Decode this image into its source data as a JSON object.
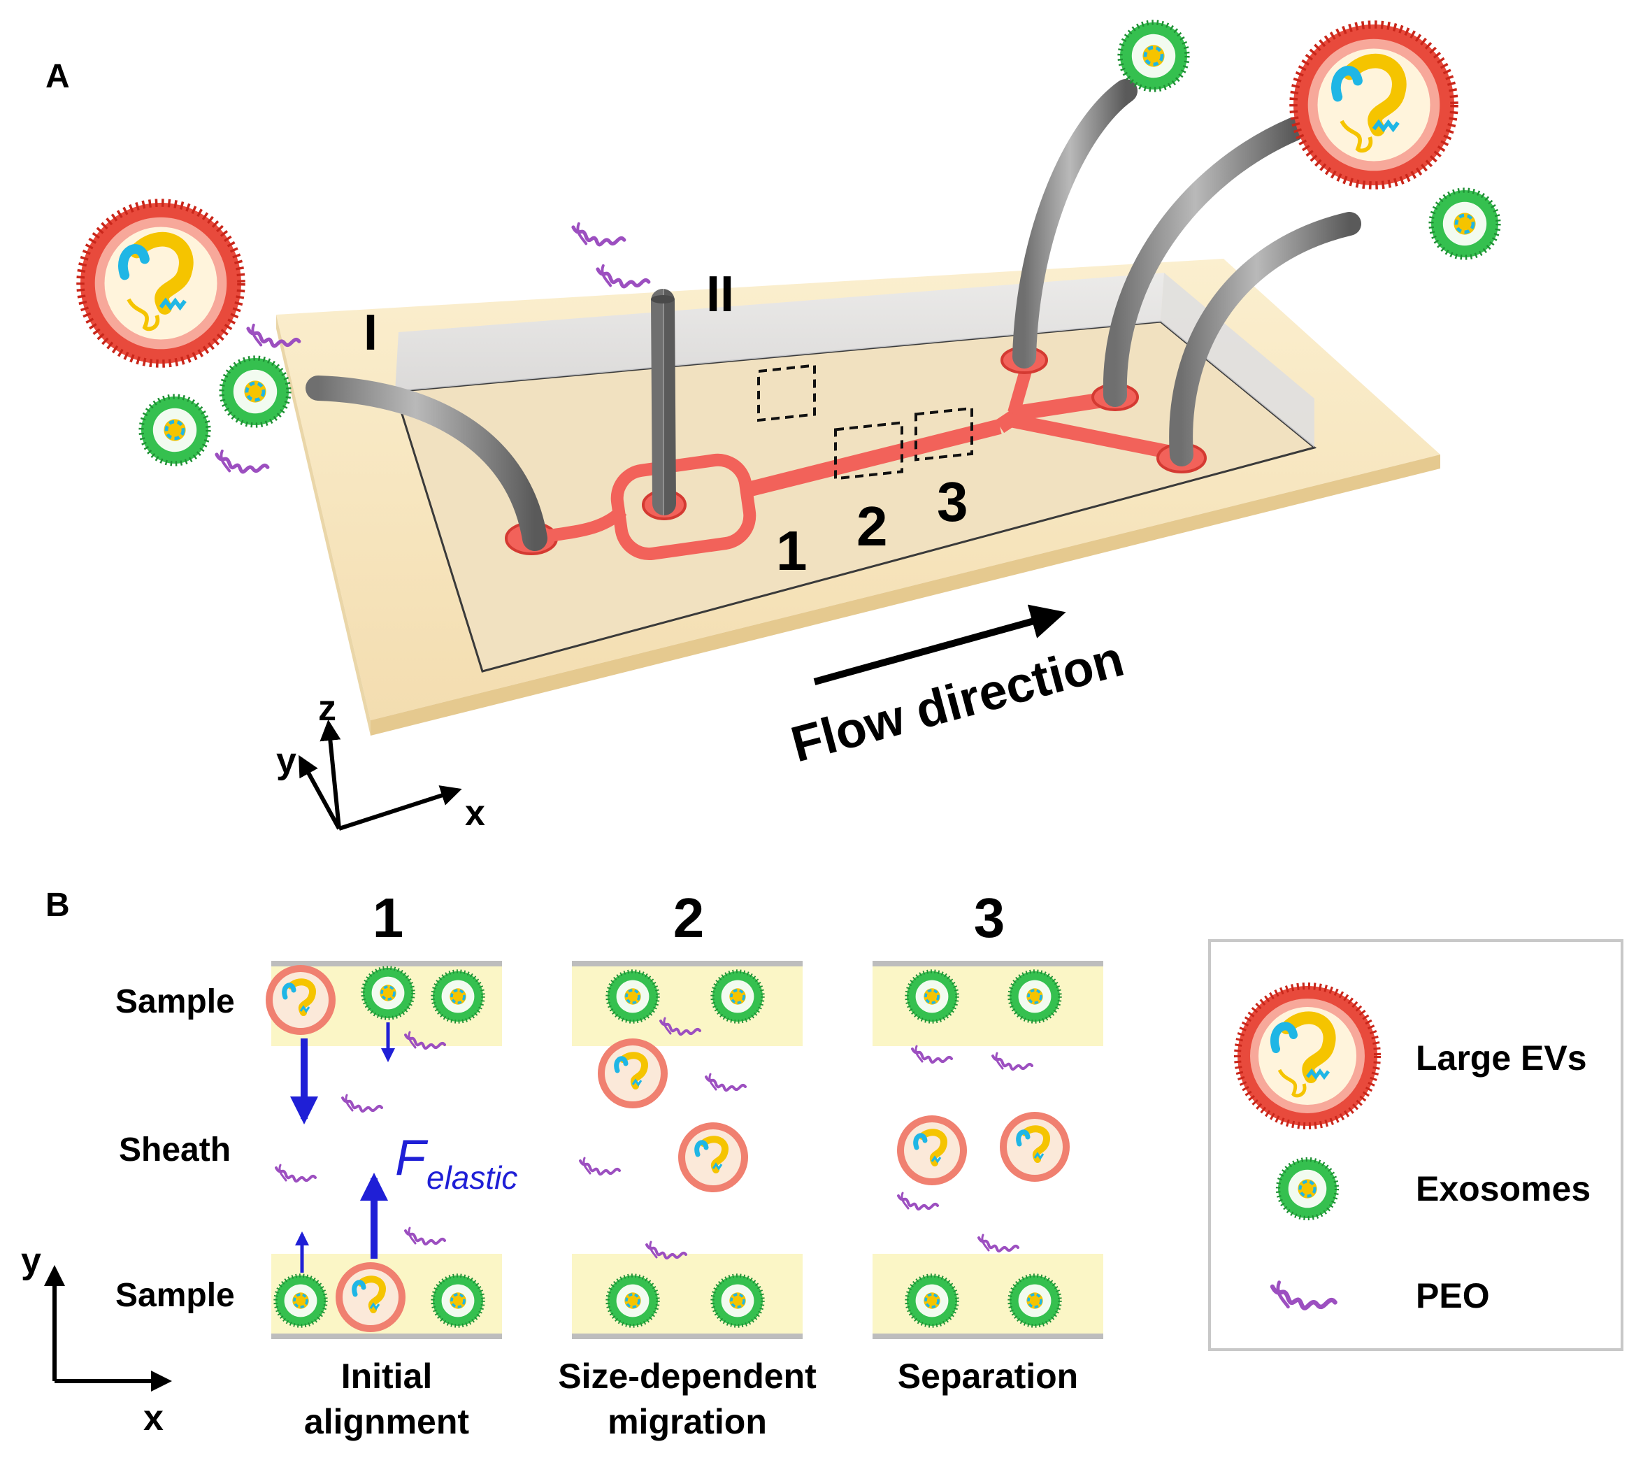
{
  "panel_a": {
    "label": "A",
    "inlet_1": "I",
    "inlet_2": "II",
    "region_1": "1",
    "region_2": "2",
    "region_3": "3",
    "flow_label": "Flow direction",
    "axis_x": "x",
    "axis_y": "y",
    "axis_z": "z"
  },
  "panel_b": {
    "label": "B",
    "stages": [
      {
        "number": "1",
        "caption_line1": "Initial",
        "caption_line2": "alignment"
      },
      {
        "number": "2",
        "caption_line1": "Size-dependent",
        "caption_line2": "migration"
      },
      {
        "number": "3",
        "caption_line1": "Separation",
        "caption_line2": ""
      }
    ],
    "row_labels": {
      "top": "Sample",
      "middle": "Sheath",
      "bottom": "Sample"
    },
    "force_main": "F",
    "force_sub": "elastic",
    "axis_x": "x",
    "axis_y": "y"
  },
  "legend": {
    "items": [
      {
        "label": "Large EVs",
        "icon": "large-ev-icon"
      },
      {
        "label": "Exosomes",
        "icon": "exosome-icon"
      },
      {
        "label": "PEO",
        "icon": "peo-polymer-icon"
      }
    ]
  },
  "colors": {
    "channel": "#f2625a",
    "slide": "#f7e6c0",
    "tubing": "#8e8e8e",
    "sample_band": "#fbf6c6",
    "exosome": "#3ec25a",
    "large_ev": "#f08070",
    "peo": "#9c4fc0",
    "force_arrow": "#1f1fd6"
  }
}
